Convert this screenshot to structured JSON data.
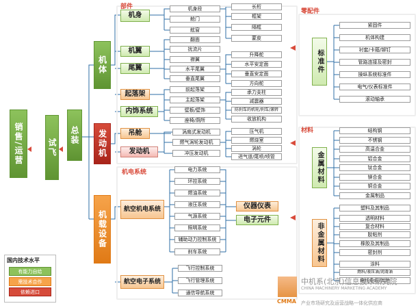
{
  "root": {
    "sales": "销售/运营",
    "flight": "试飞",
    "assembly": "总装"
  },
  "mid": {
    "airframe": "机体",
    "engine": "发动机",
    "onboard": "机载设备"
  },
  "labels": {
    "parts": "部件",
    "components": "零配件",
    "materials": "材料",
    "mech": "机电系统"
  },
  "airframe": {
    "fuselage": "机身",
    "wing": "机翼",
    "tail": "尾翼",
    "gear": "起落架",
    "interior": "内饰系统"
  },
  "engine": {
    "nacelle": "吊舱",
    "engine": "发动机"
  },
  "onboard": {
    "mech_sys": "航空机电系统",
    "avionics": "航空电子系统",
    "instrument": "仪器仪表",
    "electronic": "电子元件"
  },
  "fuselage_items": [
    "机身段",
    "舱门",
    "舷窗"
  ],
  "fuselage_leaves": [
    "长桁",
    "框架",
    "隔框",
    "蒙皮"
  ],
  "wing_items": [
    "翻面",
    "扰流片"
  ],
  "tail_items": [
    "襟翼",
    "水平尾翼",
    "垂直尾翼"
  ],
  "tail_leaves": [
    "升降舵",
    "水平安定面",
    "垂直安定面",
    "方向舵"
  ],
  "gear_items": [
    "前起落架",
    "主起落架"
  ],
  "interior_items": [
    "壁板/壁饰",
    "座椅/厕所"
  ],
  "gear_leaves": [
    "承力支柱",
    "减震器",
    "防刹车的机轮/刹车/滚转",
    "收放机构"
  ],
  "engine_items": [
    "涡扇式发动机",
    "燃气涡轮发动机",
    "冲压发动机"
  ],
  "engine_leaves": [
    "压气机",
    "燃烧室",
    "涡轮",
    "进气道/尾喷/喷管"
  ],
  "mech_items": [
    "电力系统",
    "环控系统",
    "燃油系统",
    "液压系统",
    "气源系统",
    "照明系统",
    "辅助动力控制系统",
    "刹车系统"
  ],
  "avionics_items": [
    "飞行控制系统",
    "飞行管理系统",
    "通信导航系统"
  ],
  "std": {
    "label": "标准件",
    "items": [
      "紧固件",
      "机体构建",
      "衬套/卡箍/铆钉",
      "管路连接及密封",
      "操纵系统标准件",
      "电气/仪表标准件",
      "滚动轴承"
    ]
  },
  "metal": {
    "label": "金属材料",
    "items": [
      "结构钢",
      "不锈钢",
      "高温合金",
      "铝合金",
      "钛合金",
      "镁合金",
      "铜合金",
      "金属制品"
    ]
  },
  "nonmetal": {
    "label": "非金属材料",
    "items": [
      "塑料及其制品",
      "透明材料",
      "复合材料",
      "胶粘剂",
      "橡胶及其制品",
      "密封剂",
      "涂料",
      "燃料/液压油/润滑油",
      "电线电缆/其他"
    ]
  },
  "legend": {
    "title": "国内技术水平",
    "items": [
      "有能力自给",
      "需技术合作",
      "依赖进口"
    ],
    "colors": [
      "#8dc25c",
      "#f6a34a",
      "#d64b3a"
    ]
  },
  "watermark": {
    "cn": "中机系(北京)信息技术研究院",
    "en": "CHINA MACHINERY MARKETING ACADEMY",
    "logo": "CMMA",
    "sub": "产业市场研究及运营战略一体化供应商"
  }
}
